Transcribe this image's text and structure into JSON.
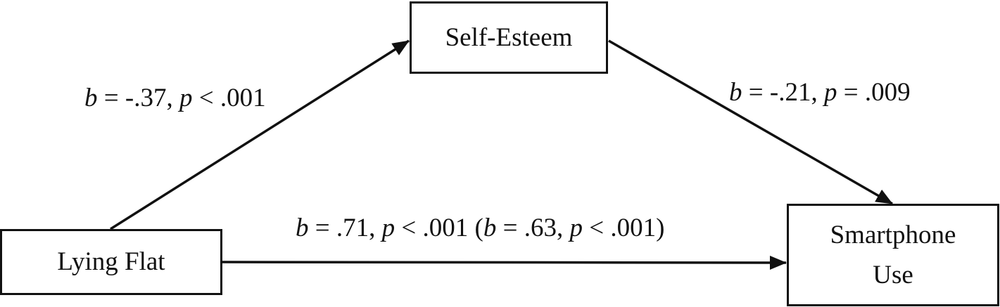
{
  "diagram": {
    "nodes": {
      "mediator": {
        "label": "Self-Esteem"
      },
      "predictor": {
        "label": "Lying Flat"
      },
      "outcome": {
        "label_line1": "Smartphone",
        "label_line2": "Use"
      }
    },
    "paths": {
      "a": {
        "from": "Lying Flat",
        "to": "Self-Esteem",
        "b_symbol": "b",
        "b_value": " = -.37, ",
        "p_symbol": "p",
        "p_value": " < .001"
      },
      "b": {
        "from": "Self-Esteem",
        "to": "Smartphone Use",
        "b_symbol": "b",
        "b_value": " = -.21, ",
        "p_symbol": "p",
        "p_value": " = .009"
      },
      "c": {
        "from": "Lying Flat",
        "to": "Smartphone Use",
        "b_symbol": "b",
        "b_value": " = .71, ",
        "p_symbol": "p",
        "p_value": " < .001 (",
        "b2_symbol": "b",
        "b2_value": " = .63, ",
        "p2_symbol": "p",
        "p2_value": " < .001)"
      }
    },
    "colors": {
      "stroke": "#111111",
      "background": "#ffffff"
    }
  }
}
